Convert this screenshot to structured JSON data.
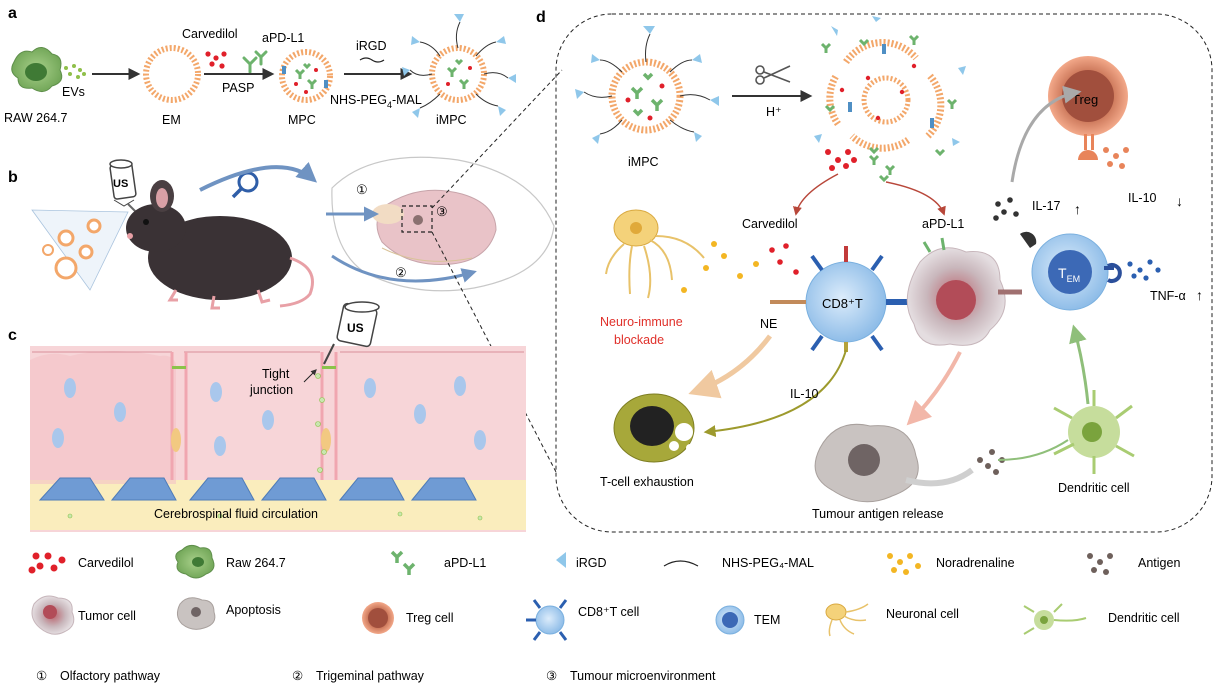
{
  "panels": {
    "a": {
      "letter": "a",
      "raw": "RAW 264.7",
      "evs": "EVs",
      "em": "EM",
      "carvedilol": "Carvedilol",
      "apdl1": "aPD-L1",
      "pasp": "PASP",
      "mpc": "MPC",
      "irgd": "iRGD",
      "peg_prefix": "NHS-PEG",
      "peg_sub": "4",
      "peg_suffix": "-MAL",
      "impc": "iMPC"
    },
    "b": {
      "letter": "b",
      "us": "US",
      "path1": "①",
      "path2": "②",
      "path3": "③"
    },
    "c": {
      "letter": "c",
      "us": "US",
      "tight_junction_1": "Tight",
      "tight_junction_2": "junction",
      "csf": "Cerebrospinal fluid circulation"
    },
    "d": {
      "letter": "d",
      "impc": "iMPC",
      "h_plus": "H⁺",
      "treg": "Treg",
      "il10_top": "IL-10",
      "il10_arrow": "↓",
      "il17": "IL-17",
      "il17_arrow": "↑",
      "carvedilol": "Carvedilol",
      "apdl1": "aPD-L1",
      "cd8": "CD8⁺T",
      "tem": "T",
      "tem_sub": "EM",
      "tnf": "TNF-α",
      "tnf_arrow": "↑",
      "ne": "NE",
      "neuro_1": "Neuro-immune",
      "neuro_2": "blockade",
      "il10_mid": "IL-10",
      "exhaustion": "T-cell exhaustion",
      "antigen_release": "Tumour antigen release",
      "dendritic": "Dendritic cell"
    }
  },
  "legend": {
    "row1": [
      "Carvedilol",
      "Raw 264.7",
      "aPD-L1",
      "iRGD",
      "NHS-PEG₄-MAL",
      "Noradrenaline",
      "Antigen"
    ],
    "row2": [
      "Tumor cell",
      "Apoptosis",
      "Treg cell",
      "CD8⁺T cell",
      "TEM",
      "Neuronal cell",
      "Dendritic cell"
    ],
    "pathways": [
      {
        "num": "①",
        "label": "Olfactory pathway"
      },
      {
        "num": "②",
        "label": "Trigeminal pathway"
      },
      {
        "num": "③",
        "label": "Tumour microenvironment"
      }
    ]
  },
  "colors": {
    "carvedilol_red": "#e0202a",
    "membrane_orange": "#f3a76a",
    "antibody_green": "#6db36d",
    "irgd_blue": "#8fc7ea",
    "noradrenaline_yellow": "#f3b623",
    "treg_orange": "#e8845a",
    "neuro_red_text": "#e0302a",
    "arrow_blue": "#6f93c2",
    "cd8_blue": "#9cc6ec",
    "tissue_pink": "#f7d5d8",
    "csf_yellow": "#faedbd"
  }
}
